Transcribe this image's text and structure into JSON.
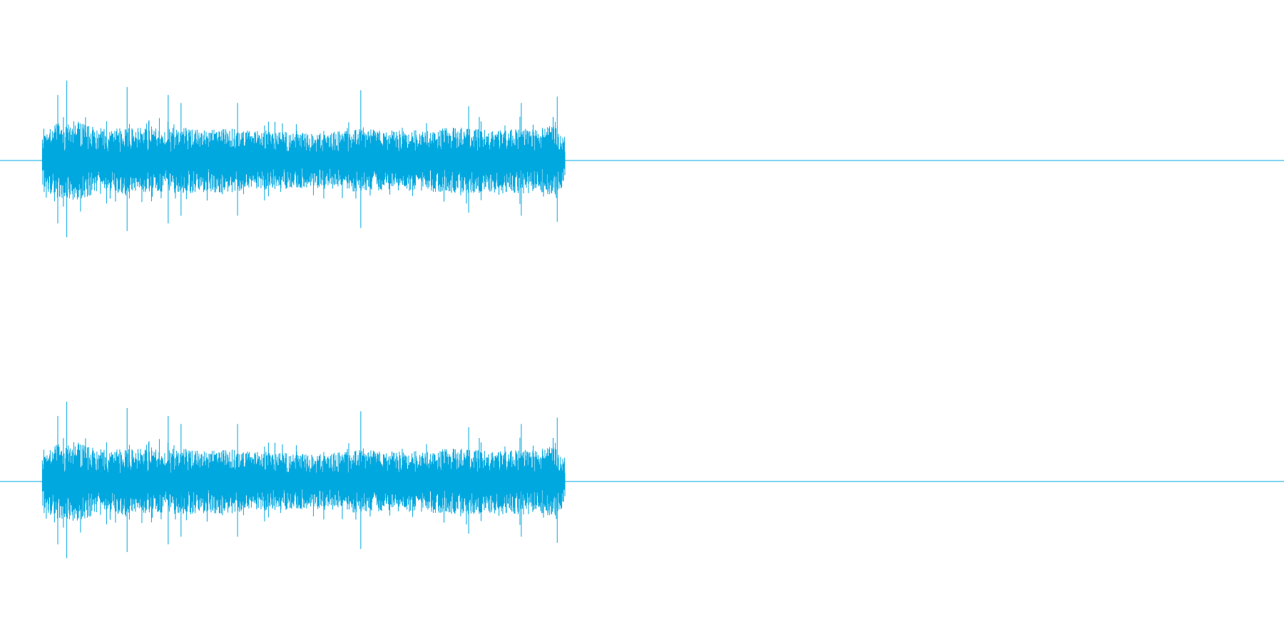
{
  "colors": {
    "background": "#ffffff",
    "waveform": "#00a8e0"
  },
  "chart_data": {
    "type": "area",
    "title": "",
    "xlabel": "",
    "ylabel": "",
    "grid": false,
    "legend": "none",
    "xlim": [
      0,
      1
    ],
    "ylim": [
      -1,
      1
    ],
    "audio_extent": [
      0.033,
      0.44
    ],
    "envelope_x": [
      0.033,
      0.04,
      0.06,
      0.08,
      0.1,
      0.12,
      0.14,
      0.16,
      0.18,
      0.2,
      0.22,
      0.24,
      0.26,
      0.28,
      0.3,
      0.32,
      0.34,
      0.36,
      0.38,
      0.4,
      0.42,
      0.43,
      0.44
    ],
    "envelope_peak": [
      0.3,
      0.45,
      0.5,
      0.4,
      0.42,
      0.4,
      0.42,
      0.4,
      0.4,
      0.38,
      0.36,
      0.34,
      0.36,
      0.4,
      0.38,
      0.38,
      0.4,
      0.42,
      0.4,
      0.42,
      0.4,
      0.45,
      0.3
    ],
    "series": [
      {
        "spikes": [
          {
            "x": 0.052,
            "y": 1.0
          },
          {
            "x": 0.045,
            "y": 0.82
          },
          {
            "x": 0.099,
            "y": 0.92
          },
          {
            "x": 0.131,
            "y": 0.82
          },
          {
            "x": 0.141,
            "y": 0.72
          },
          {
            "x": 0.185,
            "y": 0.72
          },
          {
            "x": 0.281,
            "y": 0.88
          },
          {
            "x": 0.365,
            "y": 0.68
          },
          {
            "x": 0.406,
            "y": 0.72
          },
          {
            "x": 0.434,
            "y": 0.8
          }
        ]
      },
      {
        "spikes": [
          {
            "x": 0.052,
            "y": 1.0
          },
          {
            "x": 0.045,
            "y": 0.82
          },
          {
            "x": 0.099,
            "y": 0.92
          },
          {
            "x": 0.131,
            "y": 0.82
          },
          {
            "x": 0.141,
            "y": 0.72
          },
          {
            "x": 0.185,
            "y": 0.72
          },
          {
            "x": 0.281,
            "y": 0.88
          },
          {
            "x": 0.365,
            "y": 0.68
          },
          {
            "x": 0.406,
            "y": 0.72
          },
          {
            "x": 0.434,
            "y": 0.8
          }
        ]
      }
    ]
  }
}
